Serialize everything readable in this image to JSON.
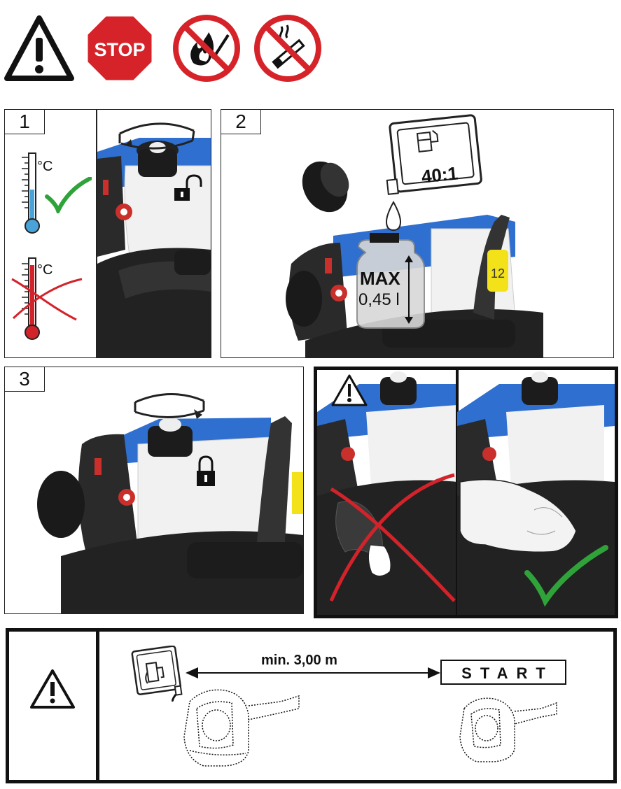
{
  "header": {
    "stop_sign_text": "STOP",
    "icons": [
      "warning-triangle-icon",
      "stop-sign-icon",
      "no-open-flame-icon",
      "no-smoking-icon"
    ]
  },
  "step1": {
    "number": "1",
    "temp_unit_top": "°C",
    "temp_unit_bottom": "°C"
  },
  "step2": {
    "number": "2",
    "mix_ratio": "40:1",
    "max_label": "MAX",
    "max_volume": "0,45 l"
  },
  "step3": {
    "number": "3"
  },
  "bottom": {
    "distance": "min. 3,00 m",
    "start_label": "START"
  },
  "colors": {
    "brand_blue": "#2e6fd0",
    "ok_green": "#2fa33a",
    "no_red": "#d3232a",
    "stop_red": "#d6232a"
  }
}
